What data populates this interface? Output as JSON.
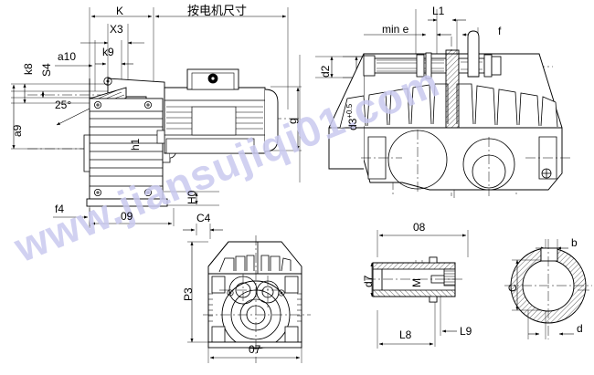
{
  "drawing": {
    "title": "F series parallel shaft helical gearmotor dimension drawing",
    "line_color": "#000000",
    "watermark_color": "#c9c9ef",
    "watermark_text": "www.jiansujiqi01.com",
    "header_note": "按电机尺寸",
    "views": [
      {
        "name": "front-view-with-motor",
        "label": "front view with motor"
      },
      {
        "name": "top-view-gear-unit",
        "label": "top view of gear unit"
      },
      {
        "name": "end-view-gear-unit",
        "label": "end view of gear unit"
      },
      {
        "name": "hollow-shaft-section",
        "label": "hollow shaft section"
      },
      {
        "name": "keyway-section",
        "label": "keyway cross section"
      }
    ],
    "dimensions": {
      "front_view": [
        {
          "name": "K",
          "label": "K",
          "orient": "h"
        },
        {
          "name": "X3",
          "label": "X3",
          "orient": "h"
        },
        {
          "name": "k9",
          "label": "k9",
          "orient": "h"
        },
        {
          "name": "a10",
          "label": "a10",
          "orient": "h"
        },
        {
          "name": "k8",
          "label": "k8",
          "orient": "v"
        },
        {
          "name": "S4",
          "label": "S4",
          "orient": "v"
        },
        {
          "name": "a9",
          "label": "a9",
          "orient": "v"
        },
        {
          "name": "h1",
          "label": "h1",
          "orient": "v"
        },
        {
          "name": "g",
          "label": "g",
          "orient": "v"
        },
        {
          "name": "H0",
          "label": "H0",
          "orient": "v"
        },
        {
          "name": "f4",
          "label": "f4",
          "orient": "h"
        },
        {
          "name": "O9",
          "label": "09",
          "orient": "h"
        },
        {
          "name": "angle-25",
          "label": "25°",
          "orient": "angle"
        }
      ],
      "top_view": [
        {
          "name": "L1",
          "label": "L1",
          "orient": "h"
        },
        {
          "name": "min-e",
          "label": "min e",
          "orient": "h"
        },
        {
          "name": "f",
          "label": "f",
          "orient": "h"
        },
        {
          "name": "d2",
          "label": "d2",
          "orient": "v"
        },
        {
          "name": "d3",
          "label": "d3",
          "sup": "+0.5",
          "orient": "v"
        }
      ],
      "end_view": [
        {
          "name": "C4",
          "label": "C4",
          "orient": "h"
        },
        {
          "name": "P3",
          "label": "P3",
          "orient": "v"
        },
        {
          "name": "O7",
          "label": "07",
          "orient": "h"
        }
      ],
      "hollow_shaft": [
        {
          "name": "O8",
          "label": "08",
          "orient": "h"
        },
        {
          "name": "d7",
          "label": "d7",
          "orient": "v"
        },
        {
          "name": "M",
          "label": "M",
          "orient": "v"
        },
        {
          "name": "L8",
          "label": "L8",
          "orient": "h"
        },
        {
          "name": "L9",
          "label": "L9",
          "orient": "h"
        }
      ],
      "keyway": [
        {
          "name": "b",
          "label": "b",
          "orient": "h"
        },
        {
          "name": "C",
          "label": "C",
          "orient": "v"
        },
        {
          "name": "d",
          "label": "d",
          "orient": "h"
        }
      ]
    }
  }
}
